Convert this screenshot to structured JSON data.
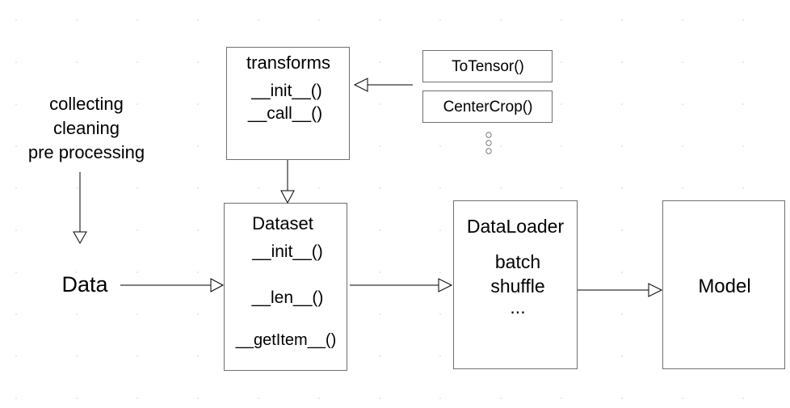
{
  "colors": {
    "line": "#000000",
    "box_border": "#6f6f6f",
    "dot_grid": "#cfcfcf",
    "background": "#ffffff"
  },
  "preprocessing": {
    "lines": [
      "collecting",
      "cleaning",
      "pre processing"
    ]
  },
  "data_label": "Data",
  "transforms": {
    "title": "transforms",
    "methods": [
      "__init__()",
      "__call__()"
    ]
  },
  "transform_examples": [
    "ToTensor()",
    "CenterCrop()"
  ],
  "dataset": {
    "title": "Dataset",
    "methods": [
      "__init__()",
      "__len__()",
      "__getItem__()"
    ]
  },
  "dataloader": {
    "title": "DataLoader",
    "items": [
      "batch",
      "shuffle",
      "..."
    ]
  },
  "model_label": "Model",
  "icons": {
    "ellipsis": "vertical-dots-icon",
    "arrowhead": "hollow-triangle-arrowhead"
  }
}
